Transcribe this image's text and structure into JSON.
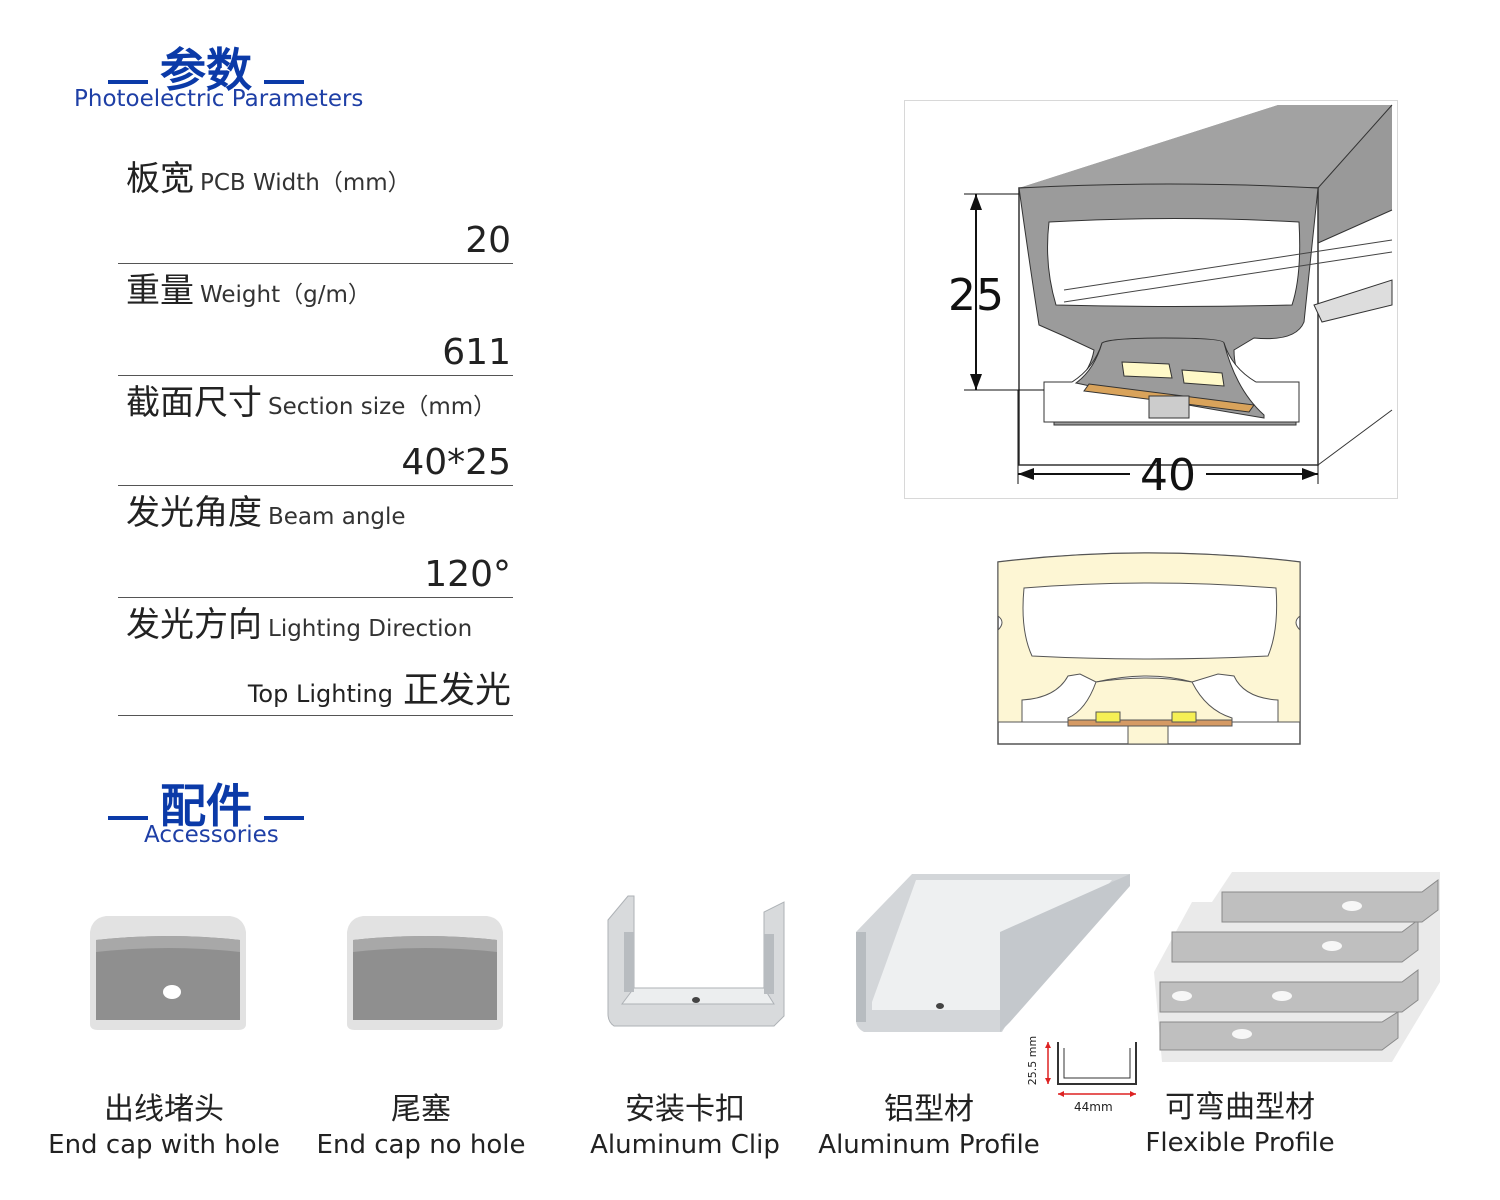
{
  "params_section": {
    "title_zh": "参数",
    "title_en": "Photoelectric Parameters"
  },
  "params": [
    {
      "zh": "板宽",
      "en": "PCB Width（mm）",
      "value": "20"
    },
    {
      "zh": "重量",
      "en": "Weight（g/m）",
      "value": "611"
    },
    {
      "zh": "截面尺寸",
      "en": "Section size（mm）",
      "value": "40*25"
    },
    {
      "zh": "发光角度",
      "en": "Beam angle",
      "value": "120°"
    },
    {
      "zh": "发光方向",
      "en": "Lighting Direction",
      "value_en": "Top Lighting",
      "value": "正发光"
    }
  ],
  "diagram": {
    "height_label": "25",
    "width_label": "40"
  },
  "accessories_section": {
    "title_zh": "配件",
    "title_en": "Accessories"
  },
  "accessories": [
    {
      "zh": "出线堵头",
      "en": "End cap with hole"
    },
    {
      "zh": "尾塞",
      "en": "End cap no hole"
    },
    {
      "zh": "安装卡扣",
      "en": "Aluminum Clip"
    },
    {
      "zh": "铝型材",
      "en": "Aluminum Profile"
    },
    {
      "zh": "可弯曲型材",
      "en": "Flexible Profile"
    }
  ],
  "profile_dims": {
    "height": "25.5 mm",
    "width": "44mm"
  },
  "colors": {
    "heading_blue": "#0b3aa8",
    "glow": "#fdf6d4",
    "led": "#f5ef55"
  }
}
